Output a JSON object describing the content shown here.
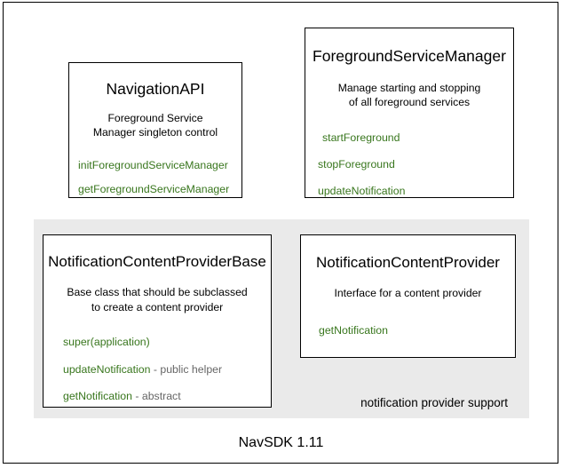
{
  "footer": {
    "title": "NavSDK 1.11"
  },
  "group_panel": {
    "caption": "notification provider support"
  },
  "colors": {
    "green": "#38761d",
    "red": "#cc0000",
    "blue": "#1155cc",
    "gray_note": "#666666",
    "panel_bg": "#eaeaea",
    "border": "#000000"
  },
  "boxes": [
    {
      "id": "navigation-api",
      "title": "NavigationAPI",
      "description_lines": [
        "Foreground Service",
        "Manager singleton control"
      ],
      "members": [
        {
          "name": "initForegroundServiceManager",
          "color": "green",
          "note": ""
        },
        {
          "name": "getForegroundServiceManager",
          "color": "green",
          "note": ""
        }
      ]
    },
    {
      "id": "foreground-service-manager",
      "title": "ForegroundServiceManager",
      "description_lines": [
        "Manage starting and stopping",
        "of all foreground services"
      ],
      "members": [
        {
          "name": "startForeground",
          "color": "green",
          "note": ""
        },
        {
          "name": "stopForeground",
          "color": "green",
          "note": ""
        },
        {
          "name": "updateNotification",
          "color": "green",
          "note": ""
        }
      ]
    },
    {
      "id": "notification-content-provider-base",
      "title": "NotificationContentProviderBase",
      "description_lines": [
        "Base class that should be subclassed",
        "to create a content provider"
      ],
      "members": [
        {
          "name": "super(application)",
          "color": "green",
          "note": ""
        },
        {
          "name": "updateNotification",
          "color": "red",
          "note": " - public helper"
        },
        {
          "name": "getNotification",
          "color": "blue",
          "note": " - abstract"
        }
      ]
    },
    {
      "id": "notification-content-provider",
      "title": "NotificationContentProvider",
      "description_lines": [
        "Interface for a content provider"
      ],
      "members": [
        {
          "name": "getNotification",
          "color": "blue",
          "note": ""
        }
      ]
    }
  ]
}
